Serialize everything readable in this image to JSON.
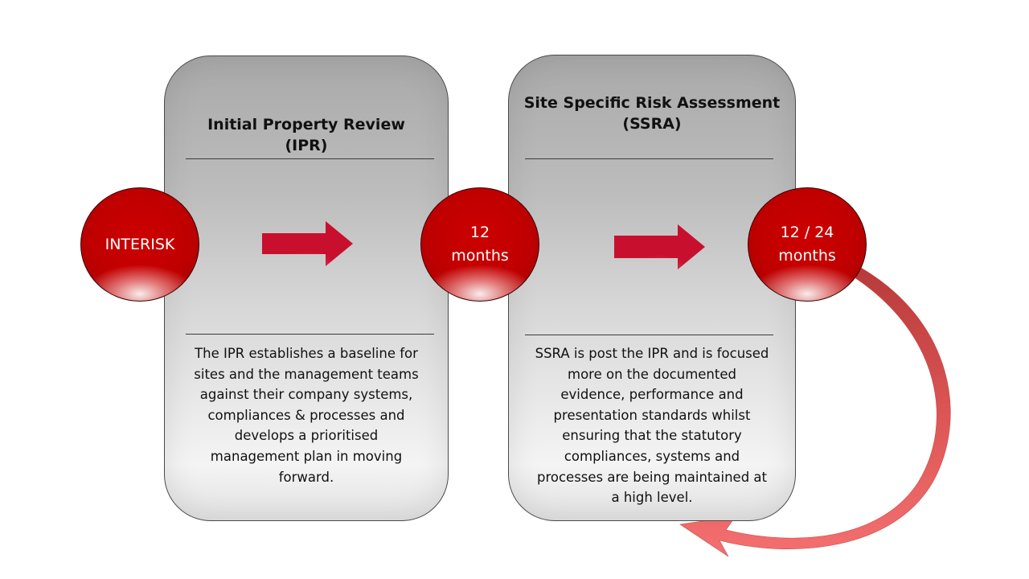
{
  "stages": [
    {
      "title_line1": "Initial Property Review",
      "title_line2": "(IPR)",
      "description_lines": [
        "The IPR establishes a baseline for",
        "sites and the management teams",
        "against their company systems,",
        "compliances & processes and",
        "develops a prioritised",
        "management plan in moving",
        "forward."
      ]
    },
    {
      "title_line1": "Site Specific Risk Assessment",
      "title_line2": "(SSRA)",
      "description_lines": [
        "SSRA is post the IPR and is focused",
        "more on the documented",
        "evidence, performance and",
        "presentation standards whilst",
        "ensuring that the statutory",
        "compliances, systems and",
        "processes are being maintained at",
        "a high level."
      ]
    }
  ],
  "milestones": [
    {
      "line1": "INTERISK",
      "line2": ""
    },
    {
      "line1": "12",
      "line2": "months"
    },
    {
      "line1": "12 / 24",
      "line2": "months"
    }
  ],
  "colors": {
    "milestone_red": "#c00000",
    "arrow_red": "#c8102e",
    "loop_arrow_red": "#e85a5a",
    "card_gray_top": "#a9a9a9",
    "card_gray_bottom": "#f4f4f4"
  }
}
